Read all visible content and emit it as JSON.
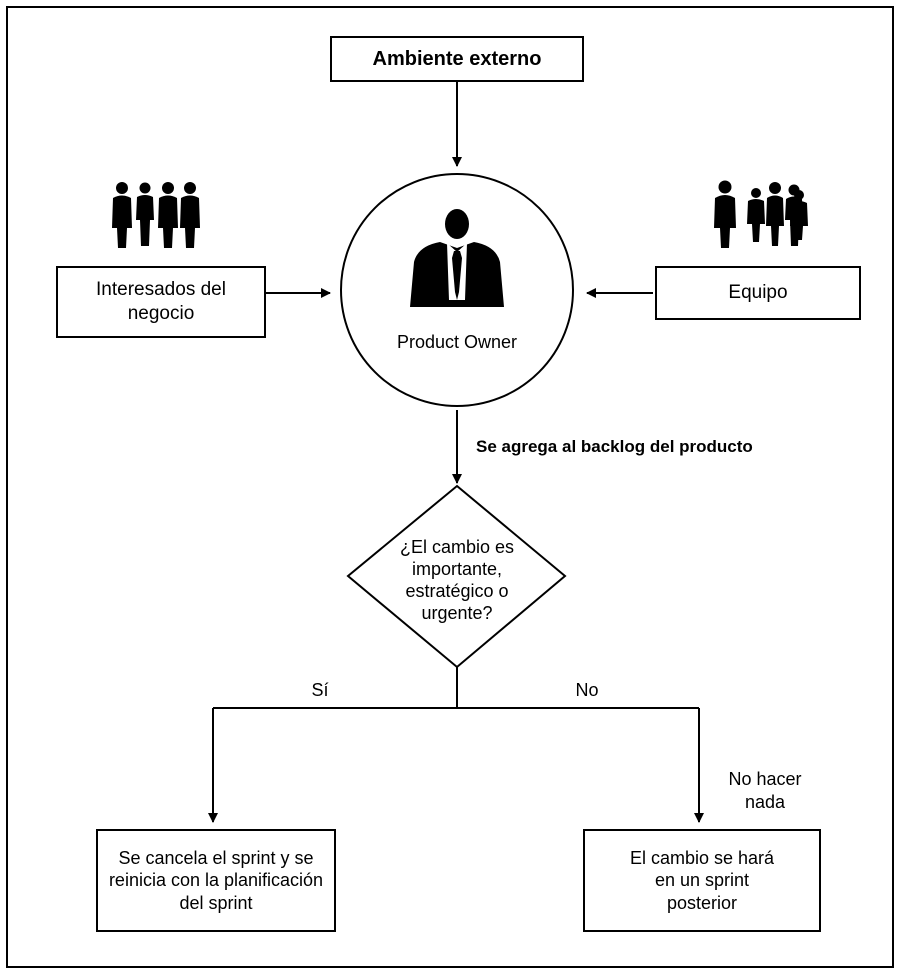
{
  "nodes": {
    "external": "Ambiente externo",
    "stakeholders": "Interesados del negocio",
    "team": "Equipo",
    "product_owner": "Product Owner",
    "decision": "¿El cambio es importante, estratégico o urgente?",
    "cancel_sprint": "Se cancela el sprint y se reinicia con la planificación del sprint",
    "later_sprint": "El cambio se hará en un sprint posterior"
  },
  "edge_labels": {
    "to_backlog": "Se agrega al backlog del producto",
    "yes": "Sí",
    "no": "No",
    "do_nothing": "No hacer nada"
  },
  "icons": {
    "stakeholders": "business-people-group-icon",
    "team": "team-group-icon",
    "product_owner": "businessman-icon"
  },
  "colors": {
    "stroke": "#000000",
    "background": "#ffffff"
  }
}
